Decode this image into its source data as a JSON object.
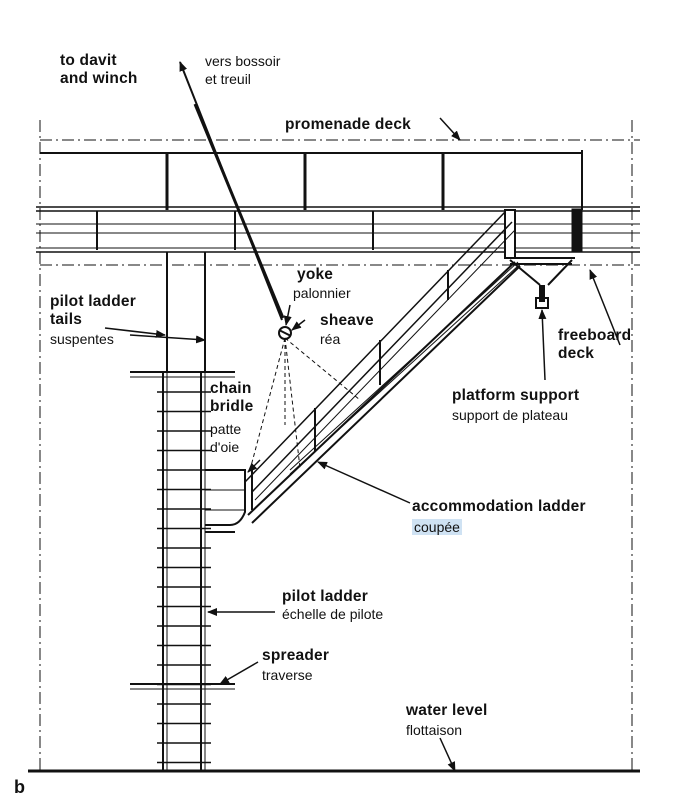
{
  "figure_letter": "b",
  "labels": {
    "davit": {
      "en": [
        "to davit",
        "and winch"
      ],
      "fr": [
        "vers bossoir",
        "et treuil"
      ]
    },
    "promenade": {
      "en": "promenade deck"
    },
    "yoke": {
      "en": "yoke",
      "fr": "palonnier"
    },
    "sheave": {
      "en": "sheave",
      "fr": "réa"
    },
    "tails": {
      "en": [
        "pilot ladder",
        "tails"
      ],
      "fr": "suspentes"
    },
    "freeboard": {
      "en": [
        "freeboard",
        "deck"
      ]
    },
    "platform": {
      "en": "platform support",
      "fr": "support de plateau"
    },
    "bridle": {
      "en": [
        "chain",
        "bridle"
      ],
      "fr": [
        "patte",
        "d'oie"
      ]
    },
    "accommodation": {
      "en": "accommodation ladder",
      "fr": "coupée"
    },
    "pilot_ladder": {
      "en": "pilot ladder",
      "fr": "échelle de pilote"
    },
    "spreader": {
      "en": "spreader",
      "fr": "traverse"
    },
    "water": {
      "en": "water level",
      "fr": "flottaison"
    }
  },
  "colors": {
    "ink": "#111111",
    "highlight": "#cfe2f3",
    "background": "#ffffff"
  }
}
